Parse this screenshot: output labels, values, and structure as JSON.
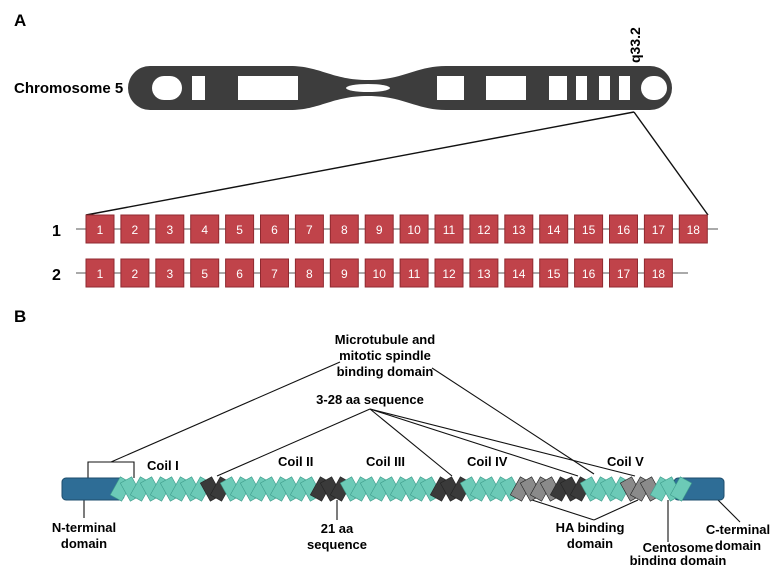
{
  "panel_a": {
    "panel_label": "A",
    "chromosome_label": "Chromosome 5",
    "band_label": "q33.2",
    "transcripts": [
      {
        "label": "1",
        "exons": [
          "1",
          "2",
          "3",
          "4",
          "5",
          "6",
          "7",
          "8",
          "9",
          "10",
          "11",
          "12",
          "13",
          "14",
          "15",
          "16",
          "17",
          "18"
        ]
      },
      {
        "label": "2",
        "exons": [
          "1",
          "2",
          "3",
          "5",
          "6",
          "7",
          "8",
          "9",
          "10",
          "11",
          "12",
          "13",
          "14",
          "15",
          "16",
          "17",
          "18"
        ]
      }
    ],
    "colors": {
      "exon_fill": "#c0434a",
      "exon_stroke": "#8f2a30",
      "chromosome": "#3d3d3d"
    }
  },
  "panel_b": {
    "panel_label": "B",
    "labels": {
      "microtubule_domain": [
        "Microtubule and",
        "mitotic spindle",
        "binding domain"
      ],
      "sequence_3_28": "3-28 aa sequence",
      "n_terminal": [
        "N-terminal",
        "domain"
      ],
      "sequence_21": [
        "21 aa",
        "sequence"
      ],
      "ha_binding": [
        "HA binding",
        "domain"
      ],
      "centrosome_binding": [
        "Centosome",
        "binding domain"
      ],
      "c_terminal": [
        "C-terminal",
        "domain"
      ]
    },
    "coils": [
      "Coil I",
      "Coil II",
      "Coil III",
      "Coil IV",
      "Coil V"
    ],
    "colors": {
      "terminal": "#2e6d96",
      "coil": "#6ccab7",
      "coil_dark": "#3e9d8c",
      "linker": "#3a3a3a",
      "ha_segment": "#8a8a8a"
    }
  }
}
